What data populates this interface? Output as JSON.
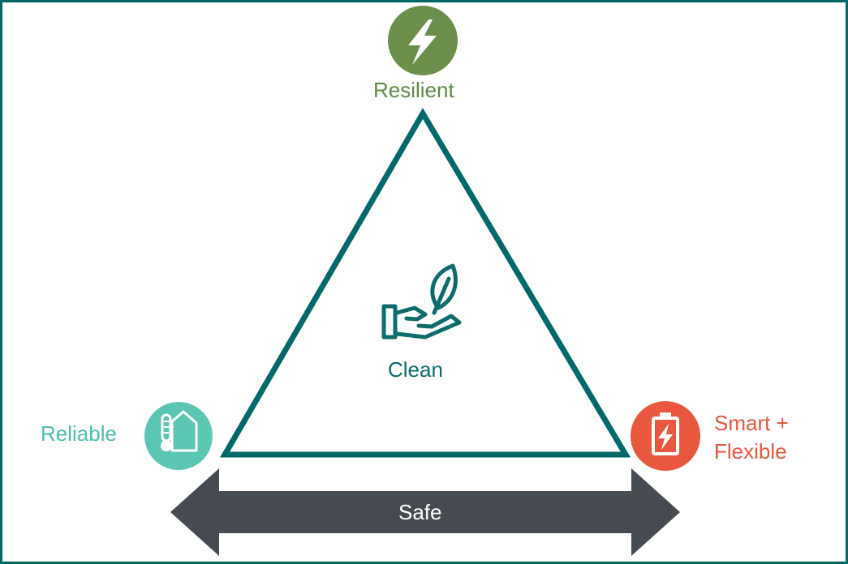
{
  "labels": {
    "resilient": "Resilient",
    "clean": "Clean",
    "reliable": "Reliable",
    "smart_line1": "Smart +",
    "smart_line2": "Flexible",
    "safe": "Safe"
  },
  "icons": {
    "resilient": "lightning-bolt-icon",
    "clean": "hand-with-leaf-icon",
    "reliable": "house-thermometer-icon",
    "smart_flexible": "battery-charging-icon"
  },
  "colors": {
    "frame": "#006868",
    "triangle": "#006868",
    "resilient": "#6a8f4a",
    "clean": "#0f6c6c",
    "reliable": "#5cc6b5",
    "smart_flexible": "#e8583f",
    "safe_arrow": "#464a51",
    "safe_text": "#ffffff"
  }
}
